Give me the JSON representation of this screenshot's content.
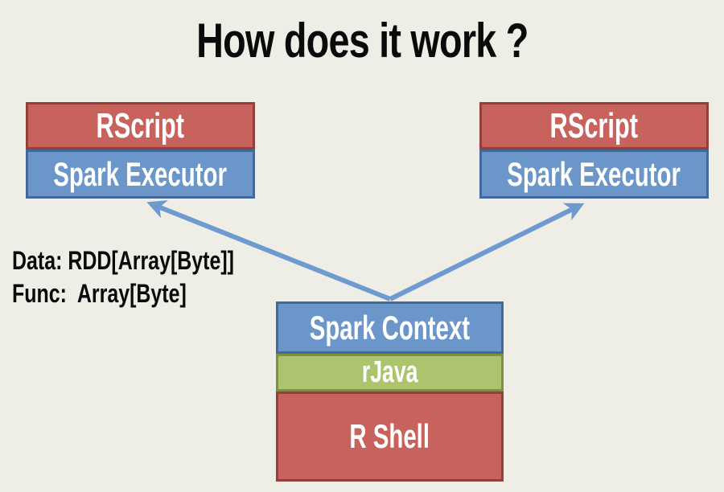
{
  "slide": {
    "title": "How does it work ?",
    "annotation": {
      "line1": "Data: RDD[Array[Byte]]",
      "line2": "Func:  Array[Byte]"
    },
    "executors": [
      {
        "layers": [
          {
            "label": "RScript"
          },
          {
            "label": "Spark Executor"
          }
        ]
      },
      {
        "layers": [
          {
            "label": "RScript"
          },
          {
            "label": "Spark Executor"
          }
        ]
      }
    ],
    "driver": {
      "layers": [
        {
          "label": "Spark Context"
        },
        {
          "label": "rJava"
        },
        {
          "label": "R Shell"
        }
      ]
    },
    "colors": {
      "background": "#EFEEE6",
      "red_fill": "#C8625D",
      "red_border": "#943F39",
      "blue_fill": "#6B96CA",
      "blue_border": "#45689C",
      "green_fill": "#ADC46E",
      "green_border": "#7D9046",
      "arrow": "#6F9AD0",
      "title_text": "#0A0A0A",
      "box_text": "#FFFFFF"
    }
  }
}
